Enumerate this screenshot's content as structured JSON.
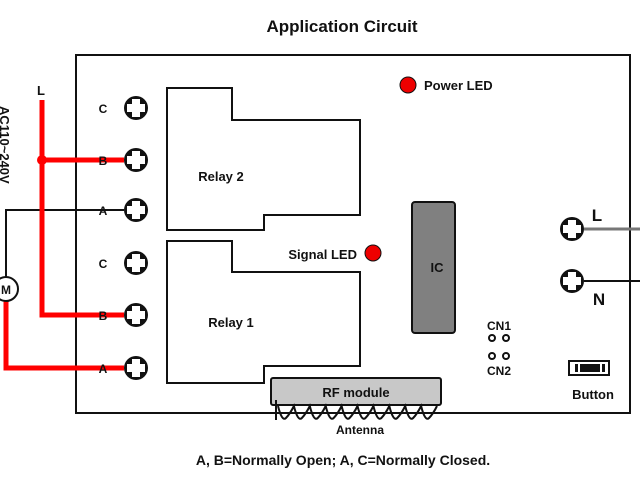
{
  "title": "Application Circuit",
  "caption": "A, B=Normally Open; A, C=Normally Closed.",
  "supply": {
    "voltage_label": "AC110~240V",
    "line_label": "L",
    "motor_label": "M"
  },
  "terminals_left": [
    {
      "label": "C"
    },
    {
      "label": "B"
    },
    {
      "label": "A"
    },
    {
      "label": "C"
    },
    {
      "label": "B"
    },
    {
      "label": "A"
    }
  ],
  "relays": [
    {
      "label": "Relay 2"
    },
    {
      "label": "Relay 1"
    }
  ],
  "power_led": {
    "label": "Power LED"
  },
  "signal_led": {
    "label": "Signal LED"
  },
  "ic": {
    "label": "IC"
  },
  "rf_module": {
    "label": "RF module"
  },
  "antenna": {
    "label": "Antenna"
  },
  "connectors": {
    "cn1": "CN1",
    "cn2": "CN2"
  },
  "power_terminals": {
    "l": "L",
    "n": "N"
  },
  "button": {
    "label": "Button"
  },
  "colors": {
    "wire_red": "#ff0000",
    "led_red": "#ee0000",
    "ic_gray": "#808080",
    "rf_gray": "#c8c8c8",
    "outline": "#111111"
  }
}
